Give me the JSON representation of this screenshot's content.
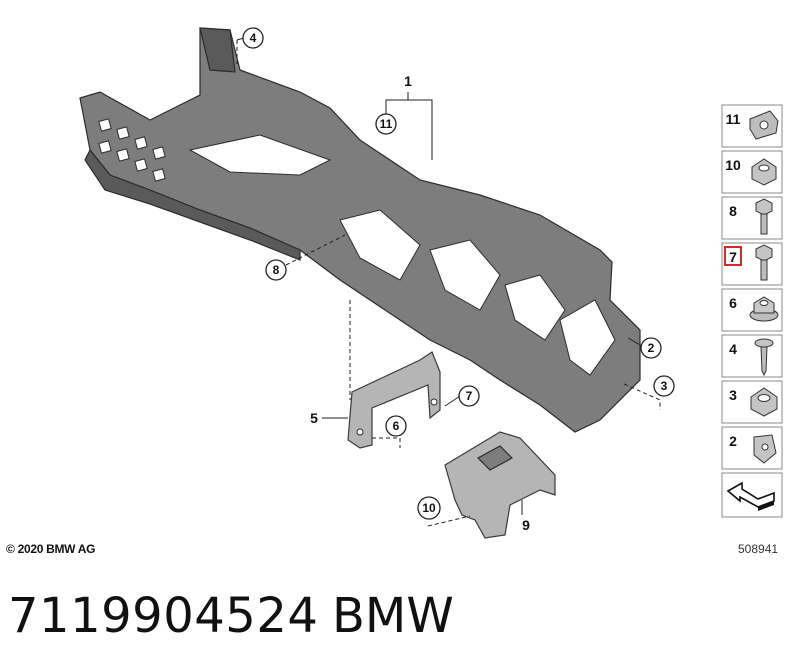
{
  "callouts": {
    "c1": "1",
    "c2": "2",
    "c3": "3",
    "c4": "4",
    "c5": "5",
    "c6": "6",
    "c7": "7",
    "c8": "8",
    "c9": "9",
    "c10": "10",
    "c11": "11"
  },
  "legend": {
    "items": [
      {
        "number": "11",
        "icon": "clip-nut-icon"
      },
      {
        "number": "10",
        "icon": "hex-nut-icon"
      },
      {
        "number": "8",
        "icon": "hex-bolt-icon"
      },
      {
        "number": "7",
        "icon": "hex-bolt-icon",
        "highlighted": true,
        "highlight_color": "#d42a2a"
      },
      {
        "number": "6",
        "icon": "flange-nut-icon"
      },
      {
        "number": "4",
        "icon": "washer-screw-icon"
      },
      {
        "number": "3",
        "icon": "collar-nut-icon"
      },
      {
        "number": "2",
        "icon": "spring-clip-nut-icon"
      }
    ],
    "arrow_icon": "direction-arrow-icon"
  },
  "copyright": "© 2020 BMW AG",
  "diagram_number": "508941",
  "part_number": "7119904524",
  "brand": "BMW"
}
